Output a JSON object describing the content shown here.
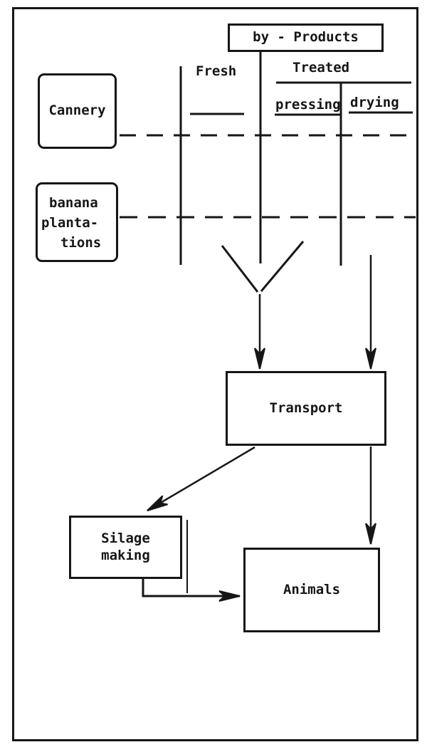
{
  "figure": {
    "type": "flow-diagram",
    "description": "Scanned flowchart of banana cannery by-products routed fresh or treated (pressing, drying) through transport to silage making and animals"
  },
  "nodes": {
    "byproducts": {
      "label": "by - Products"
    },
    "cannery": {
      "label": "Cannery"
    },
    "banana": {
      "line1": "banana",
      "line2": "planta-",
      "line3": "tions"
    },
    "transport": {
      "label": "Transport"
    },
    "silage": {
      "line1": "Silage",
      "line2": "making"
    },
    "animals": {
      "label": "Animals"
    }
  },
  "columns": {
    "fresh": "Fresh",
    "treated": "Treated",
    "pressing": "pressing",
    "drying": "drying"
  },
  "colors": {
    "ink": "#161616",
    "paper": "#ffffff"
  }
}
